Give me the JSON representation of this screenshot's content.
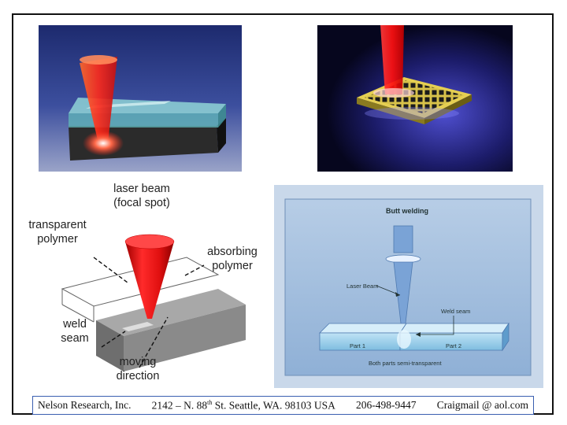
{
  "diagram": {
    "labels": {
      "laser_beam": "laser beam",
      "focal_spot": "(focal spot)",
      "transparent_1": "transparent",
      "transparent_2": "polymer",
      "absorbing_1": "absorbing",
      "absorbing_2": "polymer",
      "weld_1": "weld",
      "weld_2": "seam",
      "moving_1": "moving",
      "moving_2": "direction"
    },
    "butt_welding": {
      "title": "Butt welding",
      "laser_beam": "Laser Beam",
      "weld_seam": "Weld seam",
      "part1": "Part 1",
      "part2": "Part 2",
      "caption": "Both parts semi-transparent"
    }
  },
  "footer": {
    "company": "Nelson Research, Inc.",
    "address_prefix": "2142 –  N. 88",
    "address_sup": "th",
    "address_rest": " St. Seattle, WA. 98103  USA",
    "phone": "206-498-9447",
    "email": "Craigmail @ aol.com"
  }
}
